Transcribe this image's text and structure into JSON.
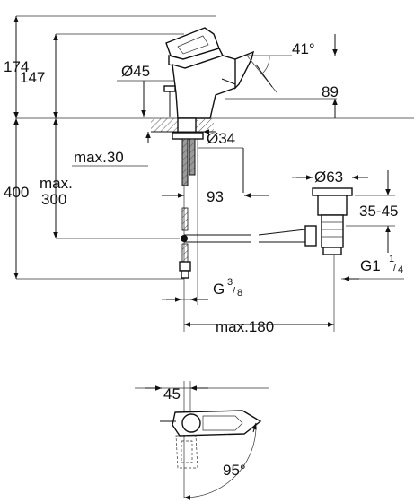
{
  "side_view": {
    "height_total": "174",
    "height_spout": "147",
    "angle_lever": "41°",
    "diam_body": "Ø45",
    "spout_height": "89",
    "deck_max": "max.30",
    "diam_hole": "Ø34",
    "height_overall": "400",
    "hose_max_line1": "max.",
    "hose_max_line2": "300",
    "projection": "93",
    "waste_diam": "Ø63",
    "waste_range": "35-45",
    "waste_thread_main": "G1",
    "waste_thread_num": "1",
    "waste_thread_den": "4",
    "inlet_thread_main": "G",
    "inlet_thread_num": "3",
    "inlet_thread_den": "8",
    "waste_max": "max.180"
  },
  "top_view": {
    "width": "45",
    "rotation": "95°"
  },
  "colors": {
    "line": "#111111",
    "background": "#ffffff",
    "hose": "#9a9a9a"
  }
}
